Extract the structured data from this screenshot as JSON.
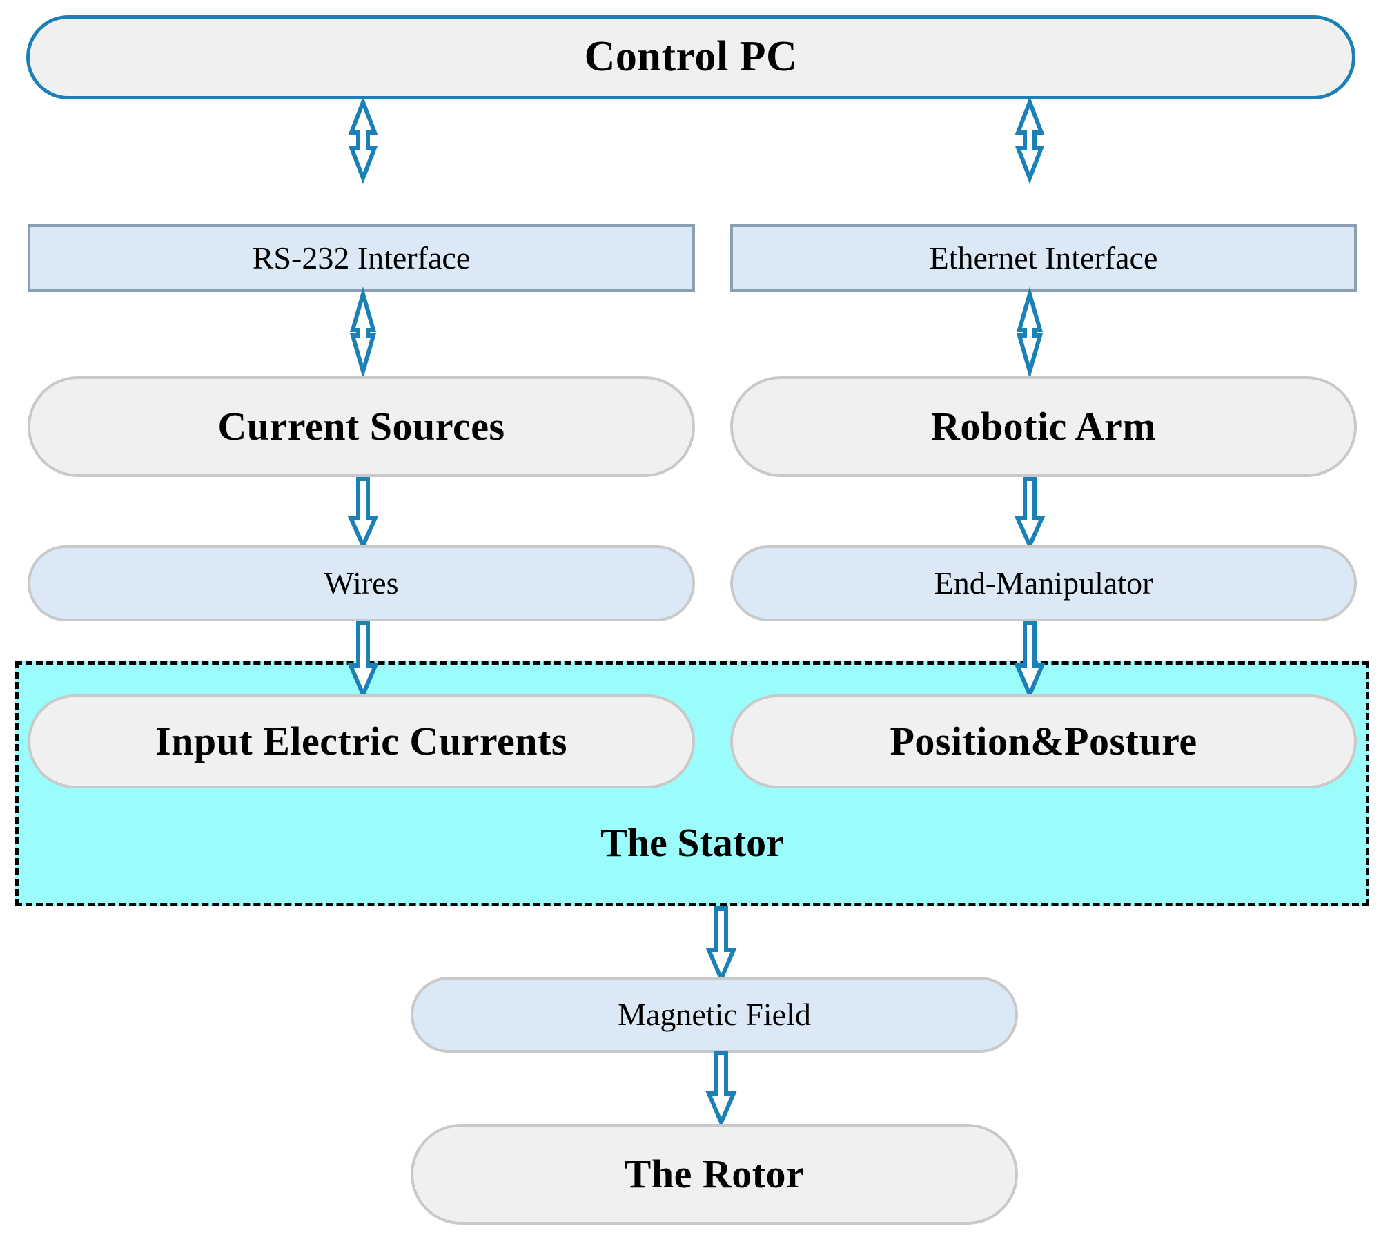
{
  "diagram": {
    "title": "Magnetic Levitation / Rotor Control System Block Diagram",
    "colors": {
      "accent_blue": "#1a80b6",
      "iface_border": "#8a9fb4",
      "iface_fill": "#dbe9f7",
      "pill_border": "#c9c9c9",
      "pill_gray_fill": "#f0f0f0",
      "pill_blue_fill": "#dbe9f7",
      "stator_fill": "#9bfcfc",
      "stator_border": "#000000",
      "text": "#000000"
    },
    "nodes": {
      "control_pc": "Control PC",
      "rs232_interface": "RS-232 Interface",
      "ethernet_interface": "Ethernet Interface",
      "current_sources": "Current Sources",
      "robotic_arm": "Robotic Arm",
      "wires": "Wires",
      "end_manipulator": "End-Manipulator",
      "input_electric_currents": "Input Electric Currents",
      "position_posture": "Position&Posture",
      "stator": "The Stator",
      "magnetic_field": "Magnetic Field",
      "rotor": "The Rotor"
    },
    "connectors": [
      {
        "id": "pc-to-rs232",
        "from": "Control PC",
        "to": "RS-232 Interface",
        "kind": "double-headed"
      },
      {
        "id": "pc-to-ethernet",
        "from": "Control PC",
        "to": "Ethernet Interface",
        "kind": "double-headed"
      },
      {
        "id": "rs232-to-sources",
        "from": "RS-232 Interface",
        "to": "Current Sources",
        "kind": "double-headed"
      },
      {
        "id": "eth-to-arm",
        "from": "Ethernet Interface",
        "to": "Robotic Arm",
        "kind": "double-headed"
      },
      {
        "id": "sources-to-wires",
        "from": "Current Sources",
        "to": "Wires",
        "kind": "single-down"
      },
      {
        "id": "arm-to-manipulator",
        "from": "Robotic Arm",
        "to": "End-Manipulator",
        "kind": "single-down"
      },
      {
        "id": "wires-to-currents",
        "from": "Wires",
        "to": "Input Electric Currents",
        "kind": "single-down"
      },
      {
        "id": "manip-to-posture",
        "from": "End-Manipulator",
        "to": "Position&Posture",
        "kind": "single-down"
      },
      {
        "id": "stator-to-field",
        "from": "The Stator",
        "to": "Magnetic Field",
        "kind": "single-down"
      },
      {
        "id": "field-to-rotor",
        "from": "Magnetic Field",
        "to": "The Rotor",
        "kind": "single-down"
      }
    ]
  }
}
